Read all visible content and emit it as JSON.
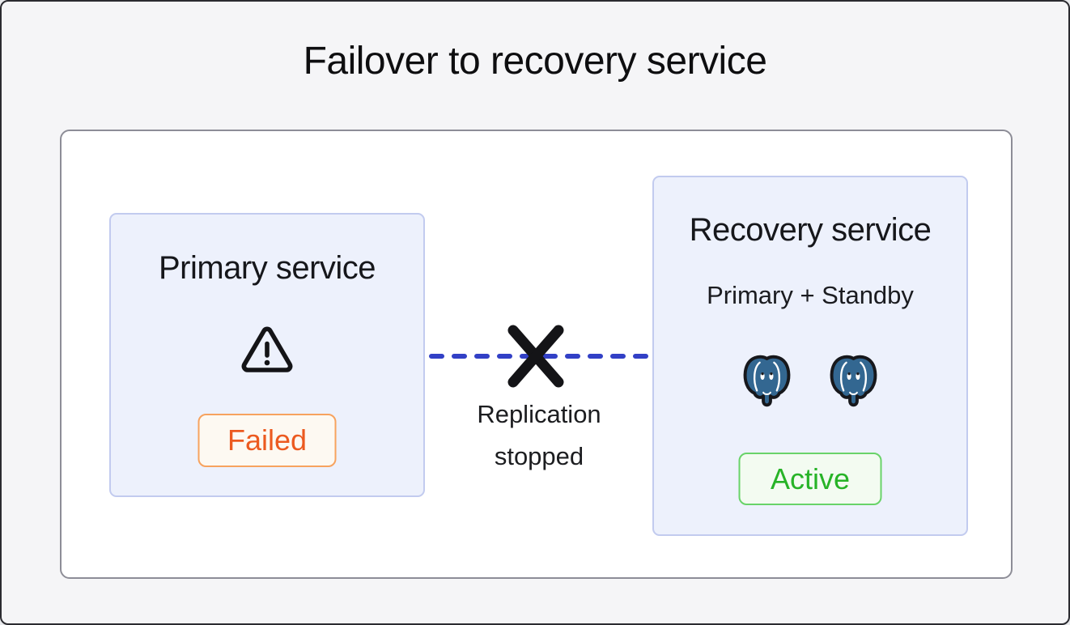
{
  "title": "Failover to recovery service",
  "primary_box": {
    "title": "Primary service",
    "icon": "warning-triangle",
    "status": "Failed",
    "status_colors": {
      "text": "#ec5a20",
      "border": "#f7a35f",
      "background": "#fdf9f2"
    }
  },
  "link": {
    "label": "Replication stopped",
    "style": "dashed",
    "break_icon": "x-mark",
    "line_color": "#3240c6"
  },
  "recovery_box": {
    "title": "Recovery service",
    "subtitle": "Primary + Standby",
    "icons": [
      "postgresql-elephant",
      "postgresql-elephant"
    ],
    "status": "Active",
    "status_colors": {
      "text": "#27b327",
      "border": "#69d369",
      "background": "#f3fbf1"
    }
  },
  "colors": {
    "page_background": "#f5f5f7",
    "page_border": "#2b2b30",
    "container_background": "#ffffff",
    "container_border": "#8d8d97",
    "service_box_background": "#edf1fc",
    "service_box_border": "#c2cbef",
    "postgres_blue": "#336791",
    "icon_black": "#141417"
  }
}
